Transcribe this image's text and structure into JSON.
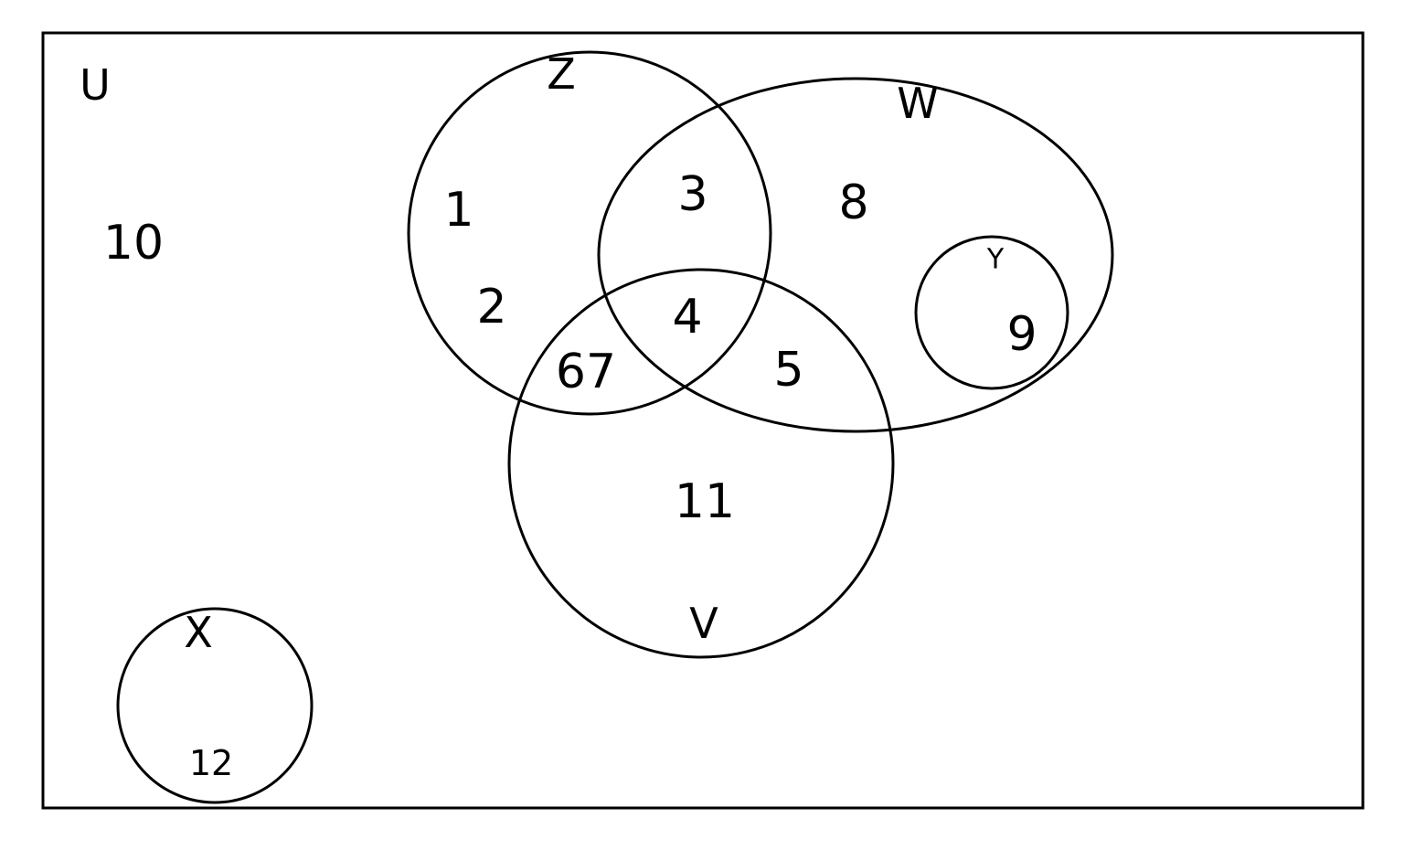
{
  "sets": {
    "universe": "U",
    "z": "Z",
    "w": "W",
    "y": "Y",
    "v": "V",
    "x": "X"
  },
  "elements": {
    "outside": "10",
    "z_only_a": "1",
    "z_only_b": "2",
    "z_and_w": "3",
    "z_w_v": "4",
    "z_and_v": "67",
    "w_and_v": "5",
    "w_only": "8",
    "y": "9",
    "v_only": "11",
    "x": "12"
  }
}
